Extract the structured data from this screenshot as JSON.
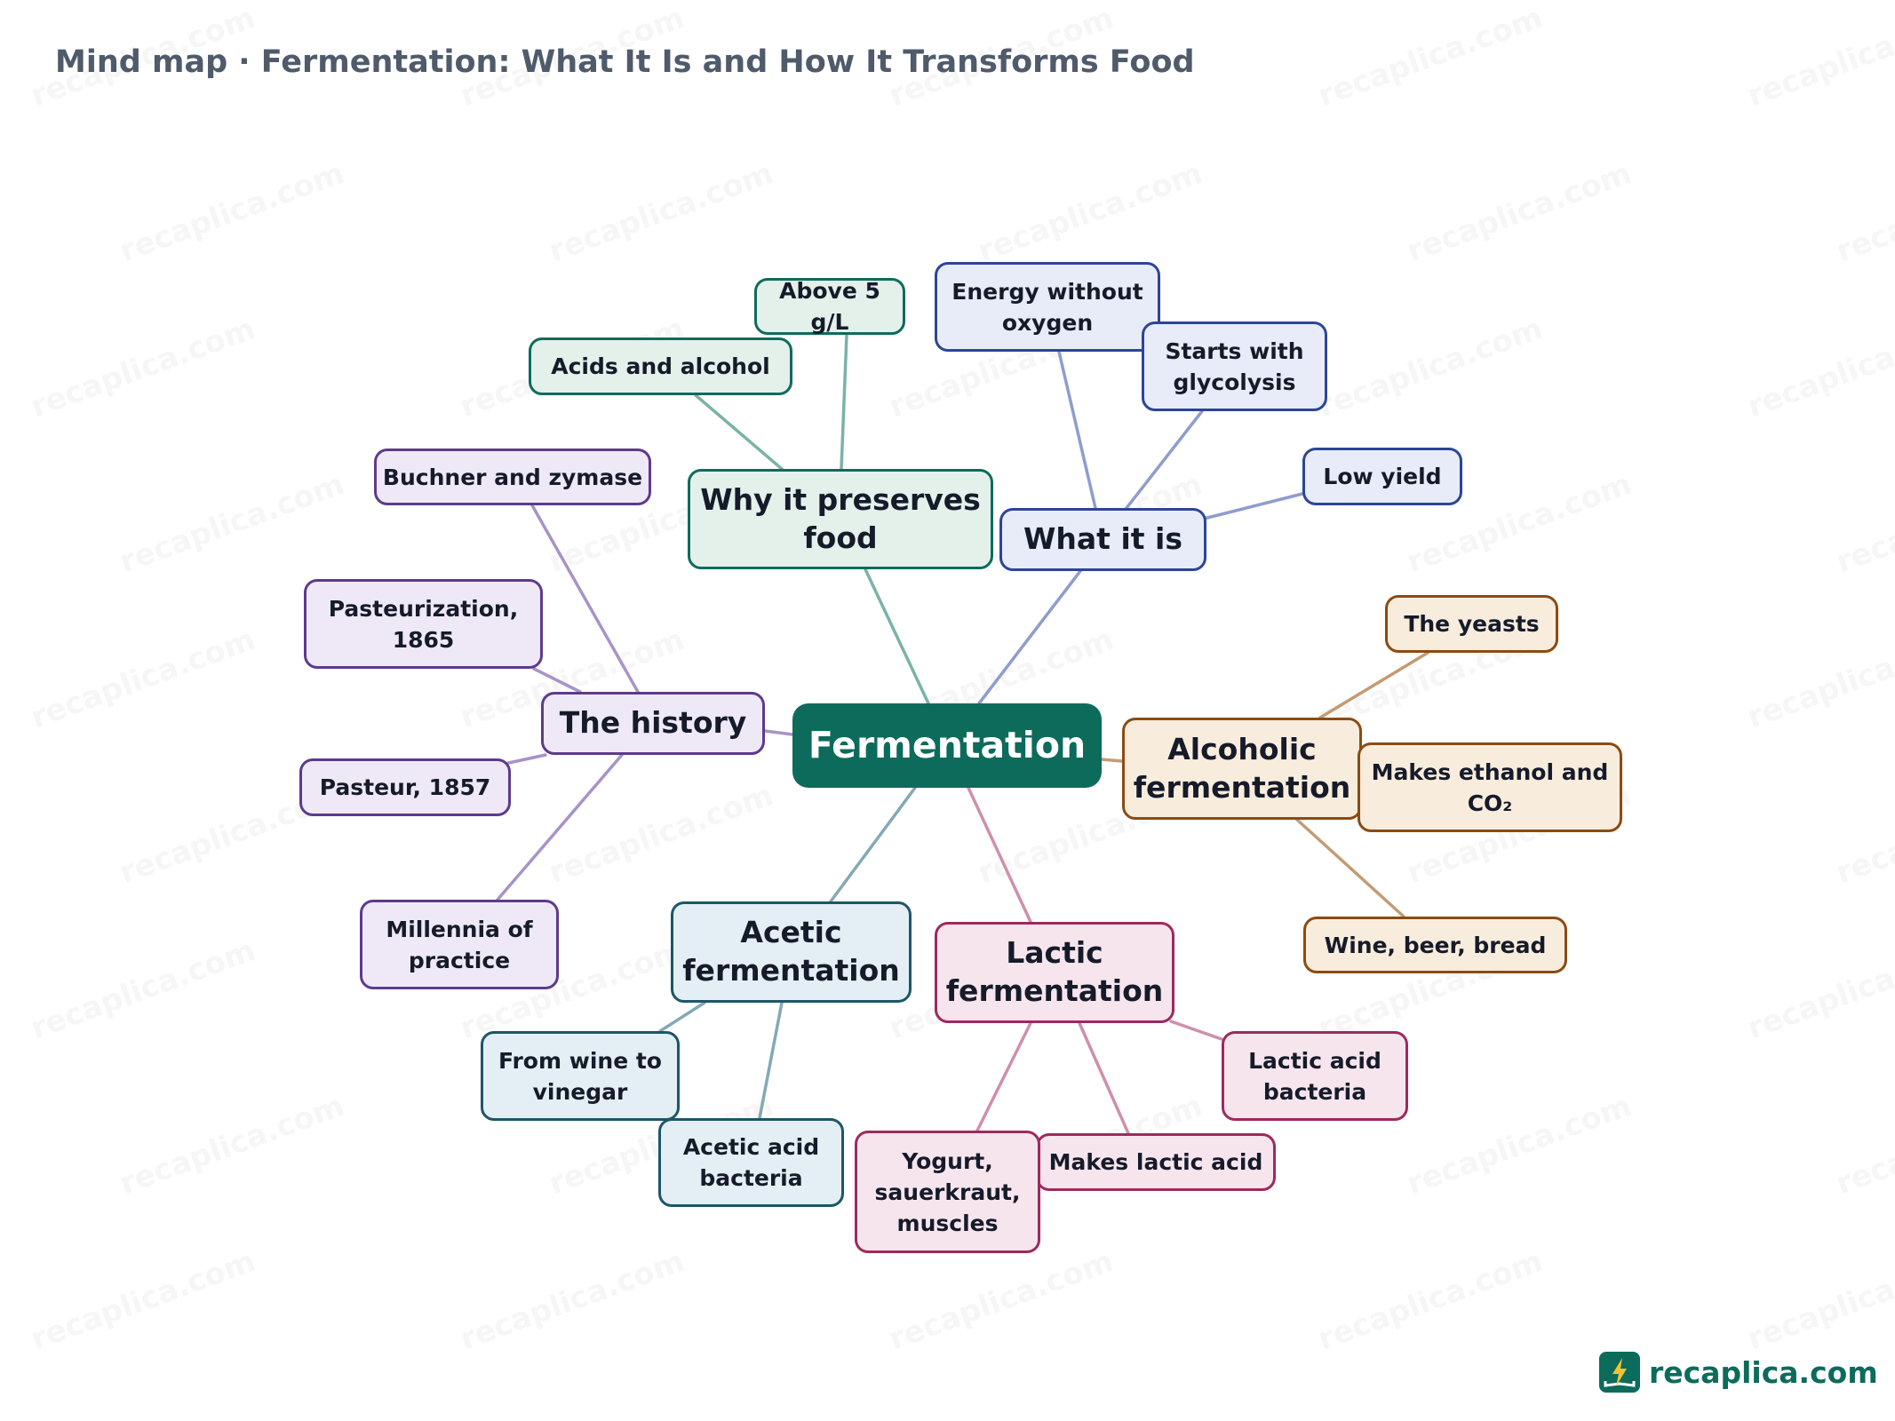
{
  "page": {
    "title": "Mind map · Fermentation: What It Is and How It Transforms Food"
  },
  "brand": {
    "name": "recaplica.com",
    "watermark": "recaplica.com"
  },
  "colors": {
    "root": "#0d6b5c",
    "teal": {
      "border": "#0f6b5c",
      "fill": "#e3f1ea",
      "line": "#7ab3a8"
    },
    "blue": {
      "border": "#2d4596",
      "fill": "#e8ecf8",
      "line": "#8e9dcd"
    },
    "purple": {
      "border": "#5e3a8c",
      "fill": "#efe9f7",
      "line": "#a893c7"
    },
    "orange": {
      "border": "#8b4b12",
      "fill": "#f8eddd",
      "line": "#c49b74"
    },
    "steel": {
      "border": "#1d5668",
      "fill": "#e3eff4",
      "line": "#84a9b5"
    },
    "pink": {
      "border": "#9c2a5e",
      "fill": "#f7e5ee",
      "line": "#cf8fad"
    }
  },
  "root": {
    "label": "Fermentation"
  },
  "branches": [
    {
      "id": "why",
      "label": "Why it preserves food",
      "lines": [
        "Why it preserves",
        "food"
      ],
      "color": "teal",
      "children": [
        {
          "id": "acids",
          "label": "Acids and alcohol",
          "lines": [
            "Acids and alcohol"
          ]
        },
        {
          "id": "above",
          "label": "Above 5 g/L",
          "lines": [
            "Above 5 g/L"
          ]
        }
      ]
    },
    {
      "id": "what",
      "label": "What it is",
      "lines": [
        "What it is"
      ],
      "color": "blue",
      "children": [
        {
          "id": "energy",
          "label": "Energy without oxygen",
          "lines": [
            "Energy without",
            "oxygen"
          ]
        },
        {
          "id": "glyco",
          "label": "Starts with glycolysis",
          "lines": [
            "Starts with",
            "glycolysis"
          ]
        },
        {
          "id": "lowyield",
          "label": "Low yield",
          "lines": [
            "Low yield"
          ]
        }
      ]
    },
    {
      "id": "history",
      "label": "The history",
      "lines": [
        "The history"
      ],
      "color": "purple",
      "children": [
        {
          "id": "buchner",
          "label": "Buchner and zymase",
          "lines": [
            "Buchner and zymase"
          ]
        },
        {
          "id": "pasteurization",
          "label": "Pasteurization, 1865",
          "lines": [
            "Pasteurization,",
            "1865"
          ]
        },
        {
          "id": "pasteur",
          "label": "Pasteur, 1857",
          "lines": [
            "Pasteur, 1857"
          ]
        },
        {
          "id": "millennia",
          "label": "Millennia of practice",
          "lines": [
            "Millennia of",
            "practice"
          ]
        }
      ]
    },
    {
      "id": "alcoholic",
      "label": "Alcoholic fermentation",
      "lines": [
        "Alcoholic",
        "fermentation"
      ],
      "color": "orange",
      "children": [
        {
          "id": "yeasts",
          "label": "The yeasts",
          "lines": [
            "The yeasts"
          ]
        },
        {
          "id": "ethanol",
          "label": "Makes ethanol and CO₂",
          "lines": [
            "Makes ethanol and",
            "CO₂"
          ]
        },
        {
          "id": "wine",
          "label": "Wine, beer, bread",
          "lines": [
            "Wine, beer, bread"
          ]
        }
      ]
    },
    {
      "id": "acetic",
      "label": "Acetic fermentation",
      "lines": [
        "Acetic",
        "fermentation"
      ],
      "color": "steel",
      "children": [
        {
          "id": "vinegar",
          "label": "From wine to vinegar",
          "lines": [
            "From wine to",
            "vinegar"
          ]
        },
        {
          "id": "aab",
          "label": "Acetic acid bacteria",
          "lines": [
            "Acetic acid",
            "bacteria"
          ]
        }
      ]
    },
    {
      "id": "lactic",
      "label": "Lactic fermentation",
      "lines": [
        "Lactic",
        "fermentation"
      ],
      "color": "pink",
      "children": [
        {
          "id": "lab",
          "label": "Lactic acid bacteria",
          "lines": [
            "Lactic acid",
            "bacteria"
          ]
        },
        {
          "id": "makeslactic",
          "label": "Makes lactic acid",
          "lines": [
            "Makes lactic acid"
          ]
        },
        {
          "id": "yogurt",
          "label": "Yogurt, sauerkraut, muscles",
          "lines": [
            "Yogurt,",
            "sauerkraut,",
            "muscles"
          ]
        }
      ]
    }
  ]
}
